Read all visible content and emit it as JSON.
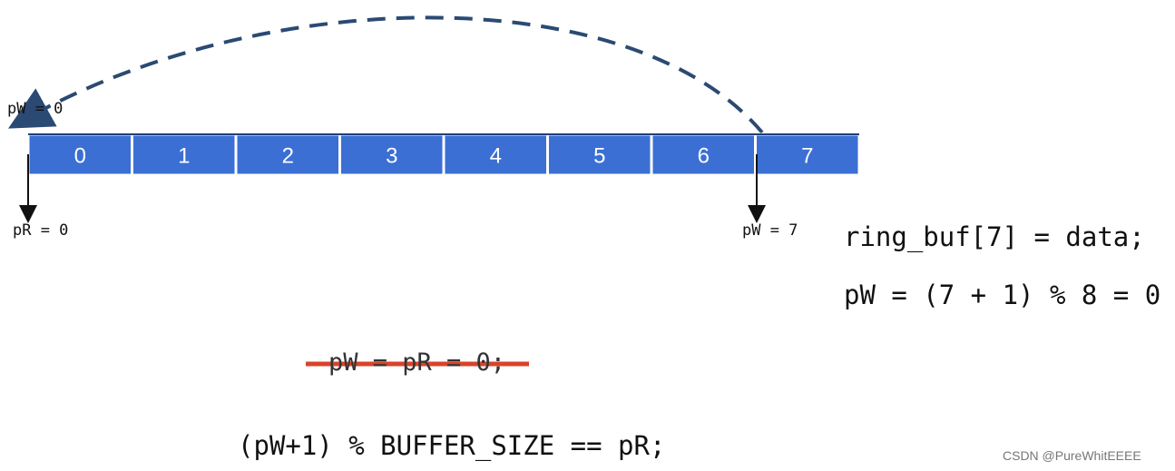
{
  "buffer": {
    "cells": [
      "0",
      "1",
      "2",
      "3",
      "4",
      "5",
      "6",
      "7"
    ],
    "cell_color": "#3b6fd4",
    "cell_text_color": "#ffffff"
  },
  "pointers": {
    "pw_top": "pW = 0",
    "pr_left": "pR = 0",
    "pw_right": "pW = 7"
  },
  "arrow_color": "#2b4a73",
  "code": {
    "line1": "ring_buf[7] = data;",
    "line2": "pW = (7 + 1) % 8 = 0",
    "struck": "pW = pR = 0;",
    "condition": "(pW+1) % BUFFER_SIZE == pR;"
  },
  "strike_color": "#d9432a",
  "watermark": "CSDN @PureWhitEEEE"
}
